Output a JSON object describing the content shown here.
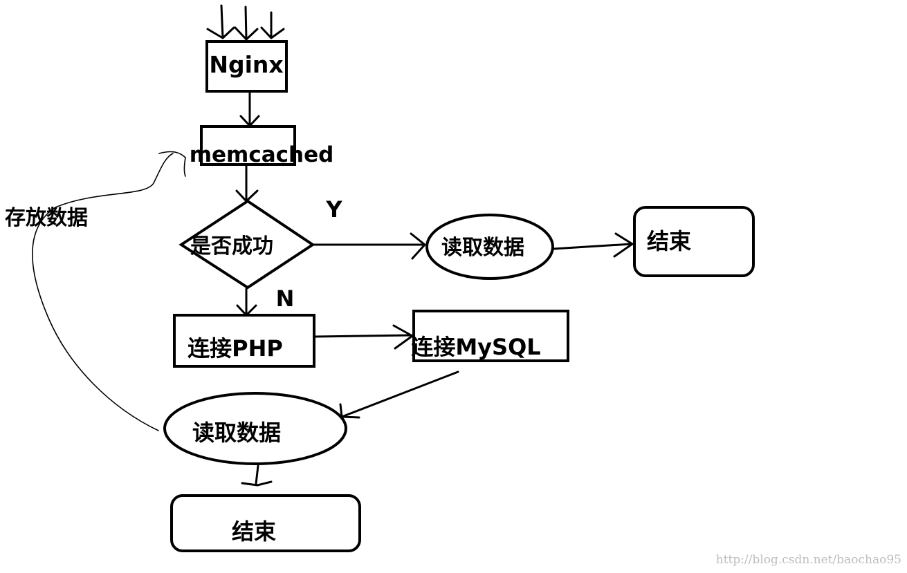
{
  "nodes": {
    "nginx": "Nginx",
    "memcached": "memcached",
    "decision": "是否成功",
    "read_top": "读取数据",
    "end_top": "结束",
    "php": "连接PHP",
    "mysql": "连接MySQL",
    "read_bottom": "读取数据",
    "end_bottom": "结束"
  },
  "edge_labels": {
    "yes": "Y",
    "no": "N",
    "store": "存放数据"
  },
  "watermark": "http://blog.csdn.net/baochao95",
  "colors": {
    "line": "#000000",
    "background": "#ffffff",
    "watermark": "#bdbdbd"
  }
}
